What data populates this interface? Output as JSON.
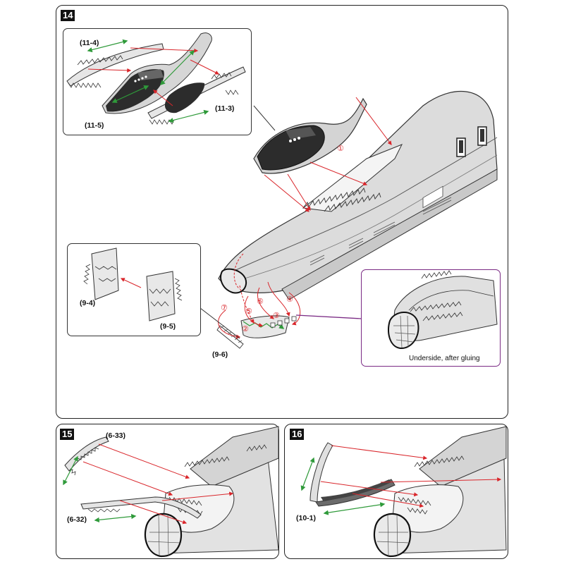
{
  "steps": {
    "step14": {
      "number": "14",
      "parts": {
        "p11_4": "(11-4)",
        "p11_5": "(11-5)",
        "p11_3": "(11-3)",
        "p9_4": "(9-4)",
        "p9_5": "(9-5)",
        "p9_6": "(9-6)"
      },
      "order_marks": [
        "①",
        "②",
        "③",
        "④",
        "⑤",
        "⑥",
        "⑦"
      ],
      "inset_caption": "Underside, after gluing"
    },
    "step15": {
      "number": "15",
      "parts": {
        "p6_33": "(6-33)",
        "p6_32": "(6-32)"
      }
    },
    "step16": {
      "number": "16",
      "parts": {
        "p10_1": "(10-1)"
      }
    }
  },
  "colors": {
    "arrow_red": "#d9262b",
    "arrow_green": "#2f9a3a",
    "callout_purple": "#7a2a84",
    "body_gray": "#d6d6d6",
    "dark_canopy": "#2c2c2c"
  },
  "icons": [
    "zigzag-edge",
    "tab-teeth",
    "double-arrow"
  ]
}
